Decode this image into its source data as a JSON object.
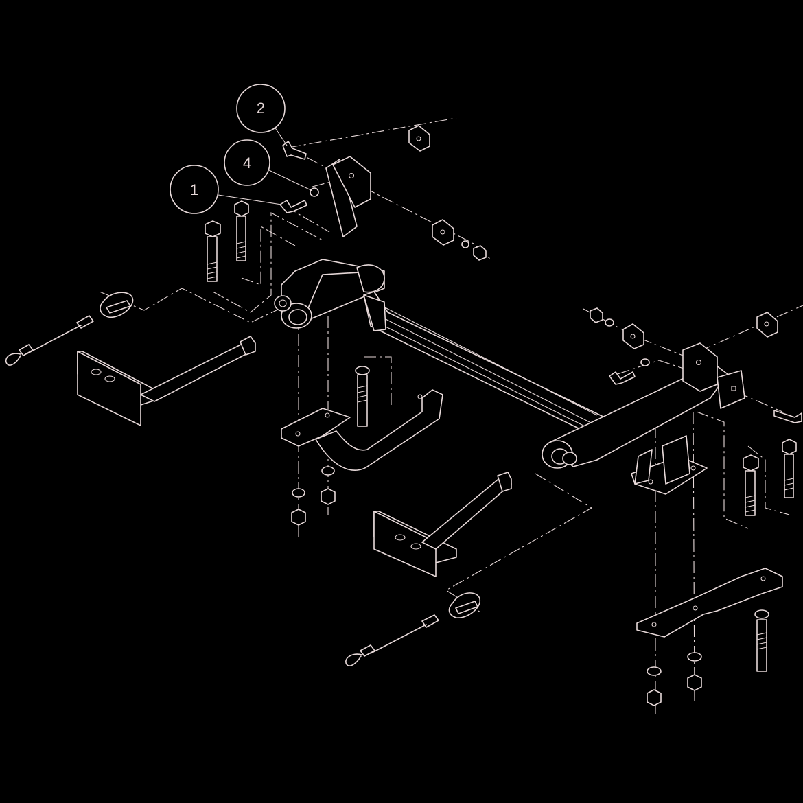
{
  "diagram": {
    "line_color": "#e7d9d9",
    "background_color": "#000000",
    "callouts": [
      {
        "id": "callout-2",
        "label": "2"
      },
      {
        "id": "callout-4",
        "label": "4"
      },
      {
        "id": "callout-1",
        "label": "1"
      }
    ]
  }
}
